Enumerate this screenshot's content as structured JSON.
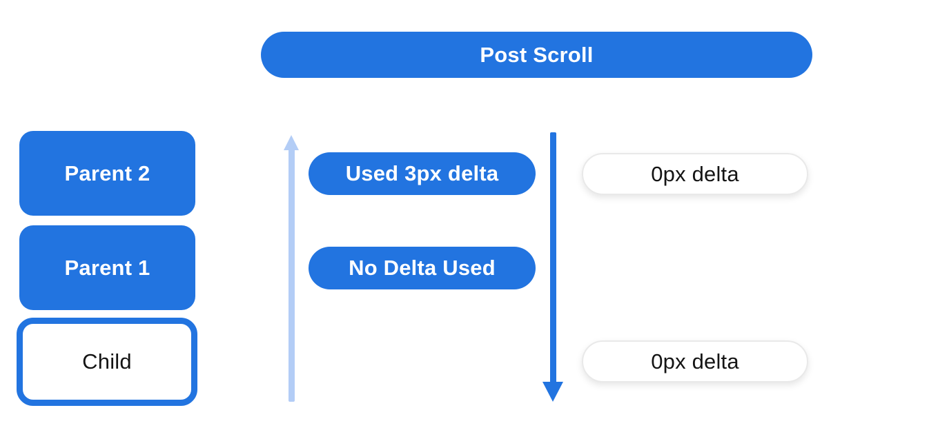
{
  "title": "Post Scroll",
  "colors": {
    "blue": "#2274E0",
    "light_blue": "#B3CDF6",
    "pill_bg": "#FFFFFF",
    "pill_border": "#E9E9E9",
    "text_on_blue": "#FFFFFF",
    "text_dark": "#141414",
    "bg": "#FFFFFF"
  },
  "header": {
    "label": "Post Scroll"
  },
  "left_column": {
    "parent2_label": "Parent 2",
    "parent1_label": "Parent 1",
    "child_label": "Child"
  },
  "deltas": {
    "used_3px": "Used 3px delta",
    "no_delta": "No Delta Used",
    "zero_top": "0px delta",
    "zero_bottom": "0px delta"
  },
  "icons": {
    "up_arrow": "up-arrow-icon (light blue, unconsumed scroll direction)",
    "down_arrow": "down-arrow-icon (blue, scroll propagation direction)"
  }
}
